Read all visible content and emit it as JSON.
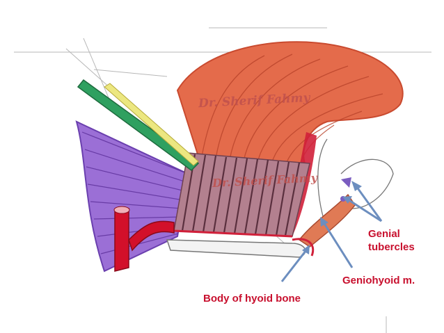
{
  "labels": {
    "genial_tubercles": [
      "Genial",
      "tubercles"
    ],
    "geniohyoid": "Geniohyoid m.",
    "hyoid_body": "Body of hyoid bone"
  },
  "watermarks": [
    "Dr. Sherif Fahmy",
    "Dr. Sherif Fahmy"
  ],
  "colors": {
    "label": "#c8102e",
    "arrow": "#6c8ebf",
    "genioglossus": "#e06a4a",
    "hyoglossus": "#8e5a6a",
    "styloglossus": "#8a5cc7",
    "artery": "#d0102a",
    "nerve_green": "#2e9e5a",
    "nerve_yellow": "#e8e070"
  }
}
